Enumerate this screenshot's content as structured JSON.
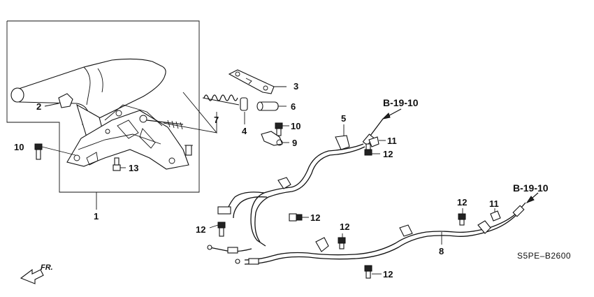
{
  "diagram": {
    "callouts": {
      "c1": "1",
      "c2": "2",
      "c3": "3",
      "c4": "4",
      "c5": "5",
      "c6": "6",
      "c7": "7",
      "c8": "8",
      "c9": "9",
      "c10a": "10",
      "c10b": "10",
      "c11a": "11",
      "c11b": "11",
      "c12a": "12",
      "c12b": "12",
      "c12c": "12",
      "c12d": "12",
      "c12e": "12",
      "c12f": "12",
      "c13": "13"
    },
    "references": {
      "ref_top": "B-19-10",
      "ref_right": "B-19-10"
    },
    "diagram_code": "S5PE–B2600",
    "front_label": "FR."
  }
}
